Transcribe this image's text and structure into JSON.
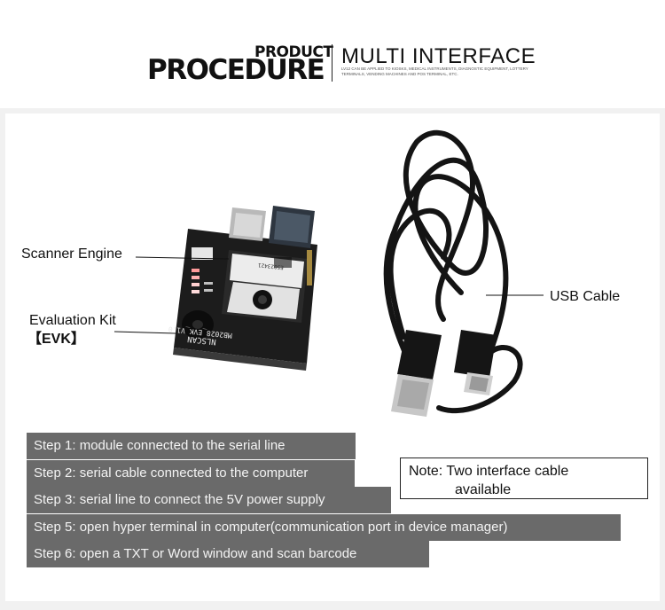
{
  "header": {
    "small_title": "PRODUCT",
    "big_title": "PROCEDURE",
    "right_title": "MULTI INTERFACE",
    "subtitle": "LV12 CAN BE APPLIED TO KIOSKS, MEDICAL INSTRUMENTS, DIAGNOSTIC EQUIPMENT, LOTTERY TERMINALS, VENDING MACHINES AND POS TERMINAL, ETC."
  },
  "callouts": {
    "scanner_engine": "Scanner Engine",
    "evk_line1": "Evaluation Kit",
    "evk_line2": "【EVK】",
    "usb_cable": "USB Cable"
  },
  "board_text": {
    "model": "MB2028_EVK_V1.0",
    "brand": "NLSCAN",
    "serial": "E5023421"
  },
  "steps": [
    "Step 1: module connected to the serial line",
    "Step 2: serial cable connected to the computer",
    "Step 3: serial line to connect the 5V power supply",
    "Step 5: open hyper terminal in computer(communication port in device manager)",
    "Step 6: open a TXT or Word window and scan barcode"
  ],
  "note": {
    "line1": "Note: Two interface cable",
    "line2": "available"
  },
  "colors": {
    "step_bar": "#6a6a6a",
    "pcb": "#1c1c1c",
    "cable": "#141414"
  }
}
